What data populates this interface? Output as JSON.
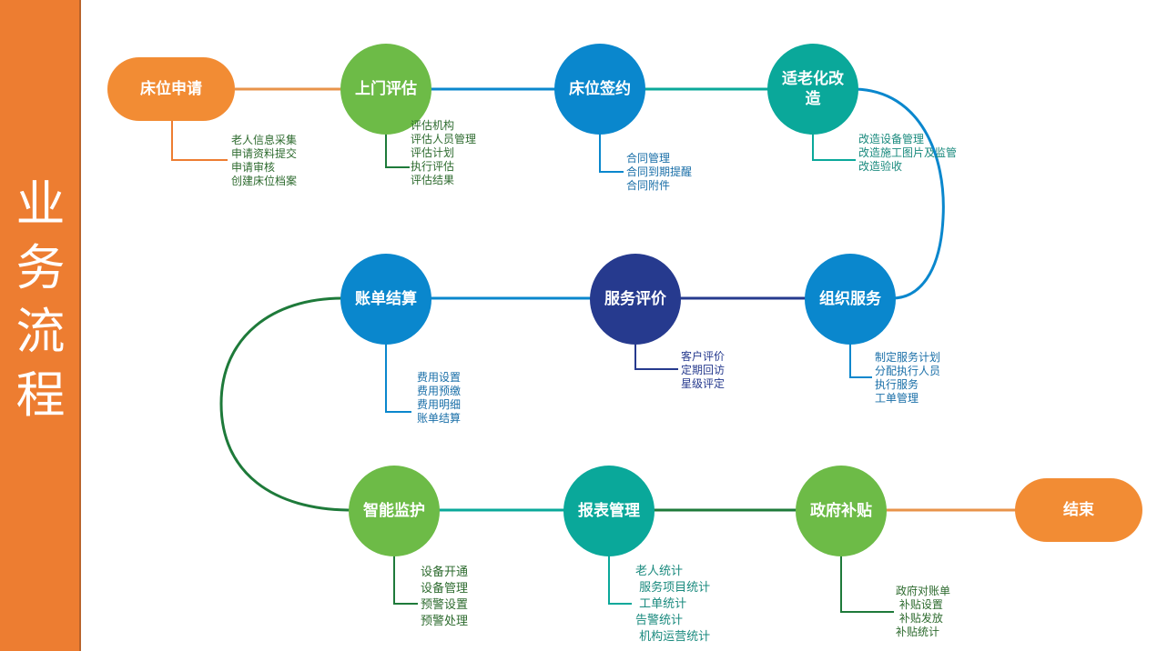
{
  "title": "业务流程",
  "colors": {
    "sidebar": "#ED7D31",
    "orange": "#F28C34",
    "green": "#6DBB47",
    "blue": "#0A87CD",
    "teal": "#0AA89A",
    "navy": "#263A8E",
    "dark_green": "#1E7A3A"
  },
  "nodes": {
    "bed_apply": {
      "label": "床位申请",
      "items": [
        "老人信息采集",
        "申请资料提交",
        "申请审核",
        "创建床位档案"
      ]
    },
    "home_assess": {
      "label": "上门评估",
      "items": [
        "评估机构",
        "评估人员管理",
        "评估计划",
        "执行评估",
        "评估结果"
      ]
    },
    "bed_sign": {
      "label": "床位签约",
      "items": [
        "合同管理",
        "合同到期提醒",
        "合同附件"
      ]
    },
    "renovation": {
      "label": "适老化改造",
      "items": [
        "改造设备管理",
        "改造施工图片及监管",
        "改造验收"
      ]
    },
    "org_service": {
      "label": "组织服务",
      "items": [
        "制定服务计划",
        "分配执行人员",
        "执行服务",
        "工单管理"
      ]
    },
    "service_eval": {
      "label": "服务评价",
      "items": [
        "客户评价",
        "定期回访",
        "星级评定"
      ]
    },
    "billing": {
      "label": "账单结算",
      "items": [
        "费用设置",
        "费用预缴",
        "费用明细",
        "账单结算"
      ]
    },
    "smart_monitor": {
      "label": "智能监护",
      "items": [
        "设备开通",
        "设备管理",
        "预警设置",
        "预警处理"
      ]
    },
    "reports": {
      "label": "报表管理",
      "items": [
        "老人统计",
        " 服务项目统计",
        " 工单统计",
        "告警统计",
        " 机构运营统计"
      ]
    },
    "gov_subsidy": {
      "label": "政府补贴",
      "items": [
        "政府对账单",
        " 补贴设置",
        " 补贴发放",
        "补贴统计"
      ]
    },
    "end": {
      "label": "结束"
    }
  }
}
